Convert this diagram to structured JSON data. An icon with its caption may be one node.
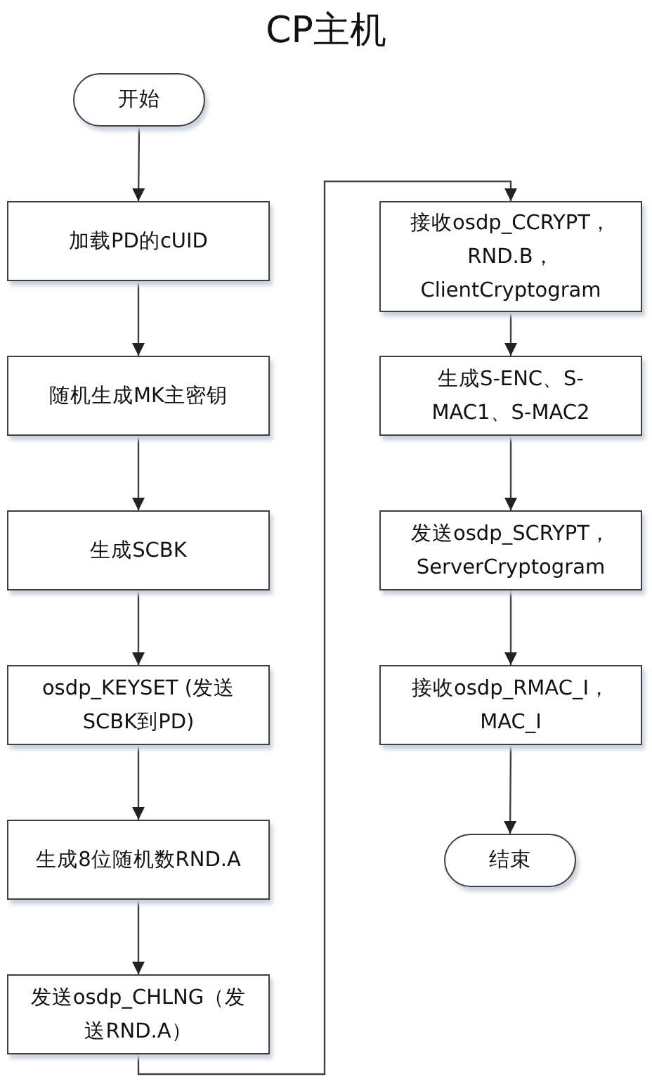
{
  "diagram": {
    "title": "CP主机",
    "nodes": [
      {
        "text": [
          "开始"
        ]
      },
      {
        "text": [
          "加载PD的cUID"
        ]
      },
      {
        "text": [
          "随机生成MK主密钥"
        ]
      },
      {
        "text": [
          "生成SCBK"
        ]
      },
      {
        "text": [
          "osdp_KEYSET (发送SCBK到PD)"
        ]
      },
      {
        "text": [
          "生成8位随机数RND.A"
        ]
      },
      {
        "text": [
          "发送osdp_CHLNG（发送RND.A）"
        ]
      },
      {
        "text": [
          "接收osdp_CCRYPT，RND.B，ClientCryptogram"
        ]
      },
      {
        "text": [
          "生成S-ENC、S-MAC1、S-MAC2"
        ]
      },
      {
        "text": [
          "发送osdp_SCRYPT，ServerCryptogram"
        ]
      },
      {
        "text": [
          "接收osdp_RMAC_I，MAC_I"
        ]
      },
      {
        "text": [
          "结束"
        ]
      }
    ],
    "edges": [
      {
        "from": 0,
        "to": 1,
        "arrow": "to"
      },
      {
        "from": 1,
        "to": 2,
        "arrow": "to"
      },
      {
        "from": 2,
        "to": 3,
        "arrow": "to"
      },
      {
        "from": 3,
        "to": 4,
        "arrow": "to"
      },
      {
        "from": 4,
        "to": 5,
        "arrow": "to"
      },
      {
        "from": 5,
        "to": 6,
        "arrow": "to"
      },
      {
        "from": 6,
        "to": 7,
        "arrow": "to"
      },
      {
        "from": 7,
        "to": 8,
        "arrow": "to"
      },
      {
        "from": 8,
        "to": 9,
        "arrow": "to"
      },
      {
        "from": 9,
        "to": 10,
        "arrow": "to"
      },
      {
        "from": 10,
        "to": 11,
        "arrow": "to"
      }
    ]
  }
}
